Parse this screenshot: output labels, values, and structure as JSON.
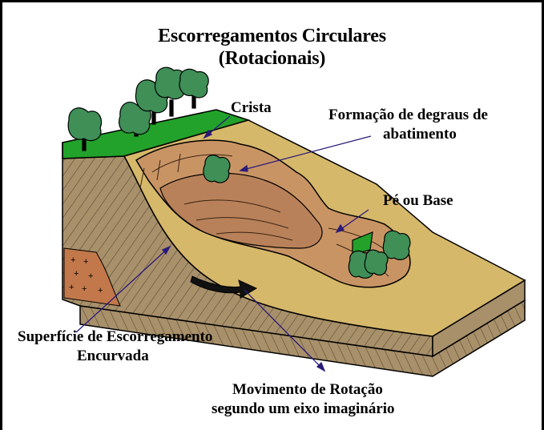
{
  "title": {
    "line1": "Escorregamentos Circulares",
    "line2": "(Rotacionais)"
  },
  "labels": {
    "crista": "Crista",
    "degraus_line1": "Formação de degraus de",
    "degraus_line2": "abatimento",
    "pe_base": "Pé ou Base",
    "superficie_line1": "Superfície de Escorregamento",
    "superficie_line2": "Encurvada",
    "movimento_line1": "Movimento de Rotação",
    "movimento_line2": "segundo um eixo imaginário"
  },
  "colors": {
    "ground_top": "#d6b86a",
    "slump_body": "#c99464",
    "rock_side": "#a8906a",
    "grass": "#22a22a",
    "tree_canopy": "#3f8f57",
    "arrow_line": "#2a1a7a",
    "frame": "#000000"
  }
}
